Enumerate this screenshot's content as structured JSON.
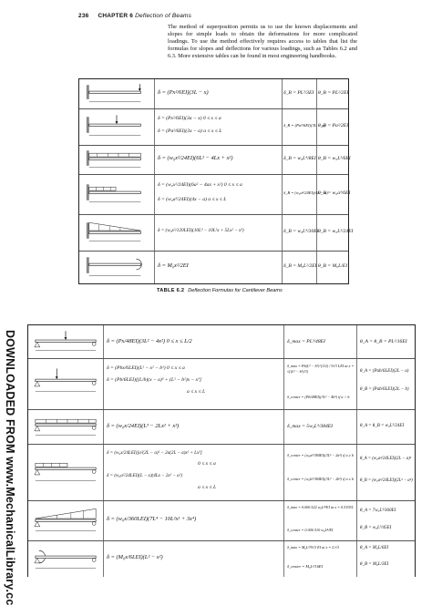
{
  "header": {
    "page_number": "236",
    "chapter": "CHAPTER 6",
    "chapter_title": "Deflection of Beams"
  },
  "intro_text": "The method of superposition permits us to use the known displacements and slopes for simple loads to obtain the deformations for more complicated loadings. To use the method effectively requires access to tables that list the formulas for slopes and deflections for various loadings, such as Tables 6.2 and 6.3. More extensive tables can be found in most engineering handbooks.",
  "table_6_2": {
    "caption_label": "TABLE 6.2",
    "caption_title": "Deflection Formulas for Cantilever Beams",
    "rows": [
      {
        "deflection": [
          "δ = (Px²/6EI)(3L − x)"
        ],
        "slope_or_max": "δ_B = PL³/3EI",
        "slope": "θ_B = PL²/2EI"
      },
      {
        "deflection": [
          "δ = (Px²/6EI)(3a − x)   0 ≤ x ≤ a",
          "δ = (Pa²/6EI)(3x − a)   a ≤ x ≤ L"
        ],
        "slope_or_max": "δ_B = (Pa²/6EI)(3L − a)",
        "slope": "θ_B = Pa²/2EI"
      },
      {
        "deflection": [
          "δ = (w₀x²/24EI)(6L² − 4Lx + x²)"
        ],
        "slope_or_max": "δ_B = w₀L⁴/8EI",
        "slope": "θ_B = w₀L³/6EI"
      },
      {
        "deflection": [
          "δ = (w₀x²/24EI)(6a² − 4ax + x²)   0 ≤ x ≤ a",
          "δ = (w₀a³/24EI)(4x − a)   a ≤ x ≤ L"
        ],
        "slope_or_max": "δ_B = (w₀a³/24EI)(4L − a)",
        "slope": "θ_B = w₀a³/6EI"
      },
      {
        "deflection": [
          "δ = (w₀x²/120LEI)(10L³ − 10L²x + 5Lx² − x³)"
        ],
        "slope_or_max": "δ_B = w₀L⁴/30EI",
        "slope": "θ_B = w₀L³/24EI"
      },
      {
        "deflection": [
          "δ = M₀x²/2EI"
        ],
        "slope_or_max": "δ_B = M₀L²/2EI",
        "slope": "θ_B = M₀L/EI"
      }
    ]
  },
  "table_6_3": {
    "rows": [
      {
        "deflection": [
          "δ = (Px/48EI)(3L² − 4x²)   0 ≤ x ≤ L/2"
        ],
        "slope_or_max": "δ_max = PL³/48EI",
        "slope": "θ_A = θ_B = PL²/16EI"
      },
      {
        "deflection": [
          "δ = (Pbx/6LEI)(L² − x² − b²)   0 ≤ x ≤ a",
          "δ = (Pb/6LEI)[(L/b)(x − a)³ + (L² − b²)x − x³]",
          "a ≤ x ≤ L"
        ],
        "slope_or_max": "δ_max = Pb(L² − b²)^(3/2) / 9√3 LEI   at x = √((L² − b²)/3)",
        "slope_or_max_2": "δ_center = (Pb/48EI)(3L² − 4b²)  if a > b",
        "slope": "θ_A = (Pab/6LEI)(2L − a)",
        "slope_2": "θ_B = (Pab/6LEI)(2L − b)"
      },
      {
        "deflection": [
          "δ = (w₀x/24EI)(L³ − 2Lx² + x³)"
        ],
        "slope_or_max": "δ_max = 5w₀L⁴/384EI",
        "slope": "θ_A = θ_B = w₀L³/24EI"
      },
      {
        "deflection": [
          "δ = (w₀x/24LEI)[a²(2L − a)² − 2a(2L − a)x² + Lx³]",
          "0 ≤ x ≤ a",
          "δ = (w₀a²/24LEI)(L − x)(4Lx − 2x² − a²)",
          "a ≤ x ≤ L"
        ],
        "slope_or_max": "δ_center = (w₀a²/384EI)(3L² − 2a²)  if a ≥ b",
        "slope_or_max_2": "δ_center = (w₀b²/384EI)(3L² − 2b²)  if a ≤ b",
        "slope": "θ_A = (w₀a²/24LEI)(2L − a)²",
        "slope_2": "θ_B = (w₀a²/24LEI)(2L² − a²)"
      },
      {
        "deflection": [
          "δ = (w₀x/360LEI)(7L⁴ − 10L²x² + 3x⁴)"
        ],
        "slope_or_max": "δ_max = 0.006 522 w₀L⁴/EI   at x = 0.5193L",
        "slope_or_max_2": "δ_center = 0.006 510 w₀L⁴/EI",
        "slope": "θ_A = 7w₀L³/360EI",
        "slope_2": "θ_B = w₀L³/45EI"
      },
      {
        "deflection": [
          "δ = (M₀x/6LEI)(L² − x²)"
        ],
        "slope_or_max": "δ_max = M₀L²/9√3 EI   at x = L/√3",
        "slope_or_max_2": "δ_center = M₀L²/16EI",
        "slope": "θ_A = M₀L/6EI",
        "slope_2": "θ_B = M₀L/3EI"
      }
    ]
  },
  "watermark": "DOWNLOADED FROM www.MechanicalLibrary.cc"
}
